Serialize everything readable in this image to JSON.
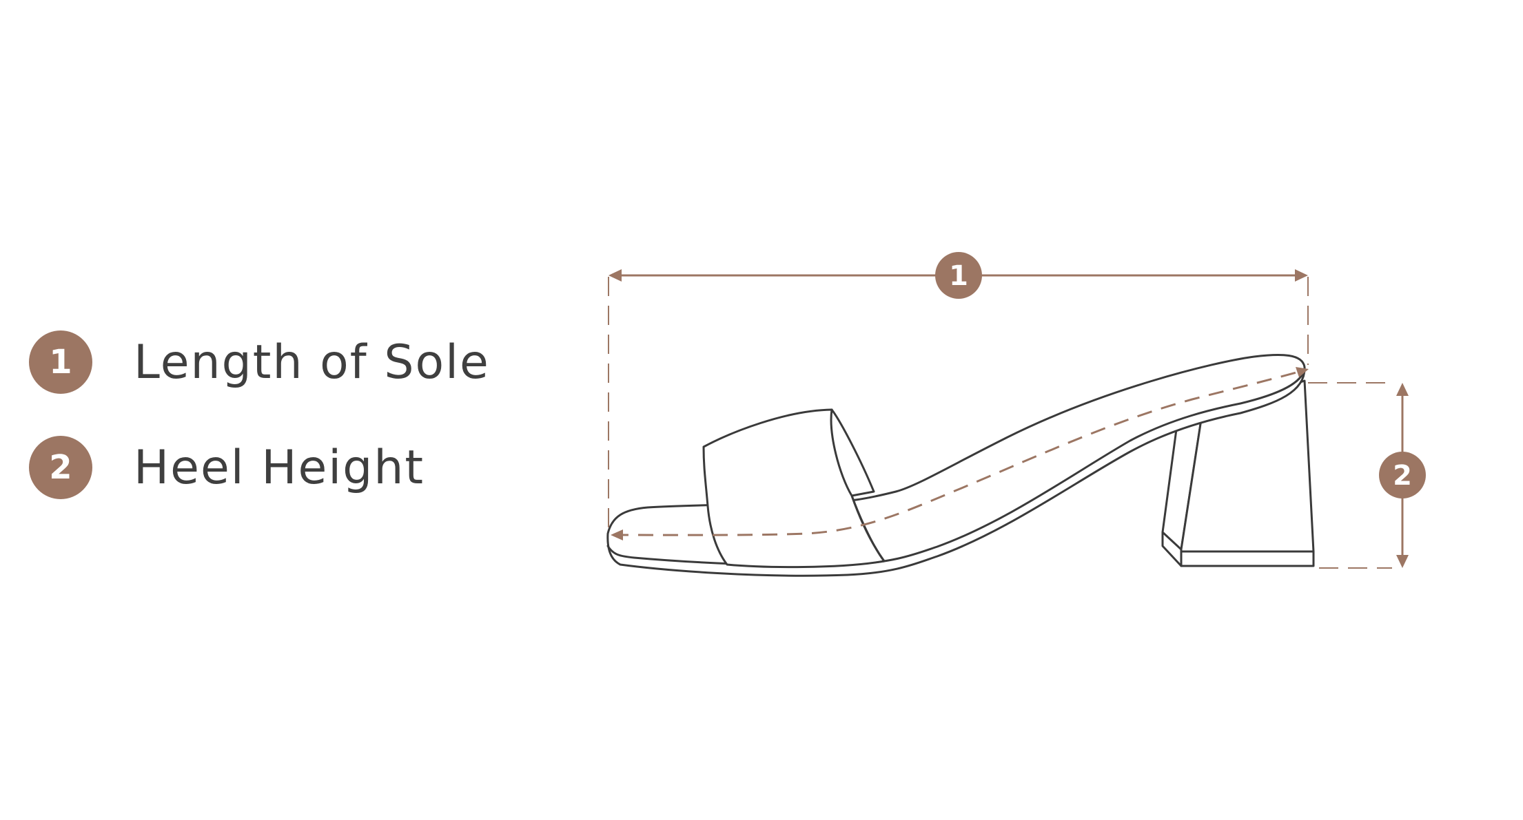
{
  "legend": {
    "items": [
      {
        "number": "1",
        "label": "Length of Sole"
      },
      {
        "number": "2",
        "label": "Heel Height"
      }
    ]
  },
  "diagram": {
    "markers": {
      "sole_length": "1",
      "heel_height": "2"
    }
  },
  "colors": {
    "accent": "#9c7663",
    "outline": "#3a3a3a",
    "text": "#3f3f3f",
    "background": "#ffffff"
  }
}
